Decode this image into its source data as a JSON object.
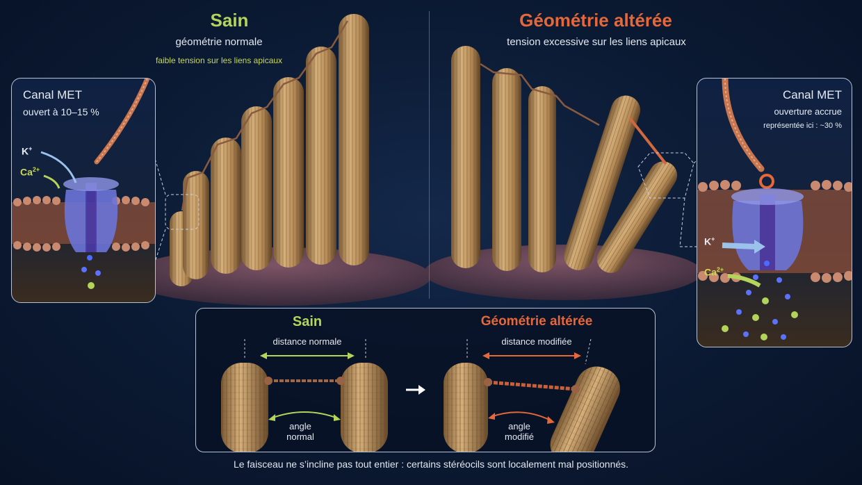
{
  "colors": {
    "healthy": "#b5d45a",
    "altered": "#e4683a",
    "text": "#e4e8ef",
    "stereocilia": "#c49a62",
    "tip_link": "#c87650",
    "channel": "#6b74d8"
  },
  "left": {
    "title": "Sain",
    "subtitle": "géométrie normale",
    "note": "faible tension sur les liens apicaux",
    "inset": {
      "title": "Canal MET",
      "line1": "ouvert à 10–15 %",
      "ion_k": "K",
      "ion_k_sup": "+",
      "ion_ca": "Ca",
      "ion_ca_sup": "2+"
    }
  },
  "right": {
    "title": "Géométrie altérée",
    "subtitle": "tension excessive sur les liens apicaux",
    "inset": {
      "title": "Canal MET",
      "line1": "ouverture accrue",
      "line2": "représentée ici : ~30 %",
      "ion_k": "K",
      "ion_k_sup": "+",
      "ion_ca": "Ca",
      "ion_ca_sup": "2+"
    }
  },
  "comparison": {
    "healthy": {
      "title": "Sain",
      "distance": "distance normale",
      "angle_line1": "angle",
      "angle_line2": "normal"
    },
    "altered": {
      "title": "Géométrie altérée",
      "distance": "distance modifiée",
      "angle_line1": "angle",
      "angle_line2": "modifié"
    }
  },
  "caption": "Le faisceau ne s’incline pas tout entier : certains stéréocils sont localement mal positionnés."
}
